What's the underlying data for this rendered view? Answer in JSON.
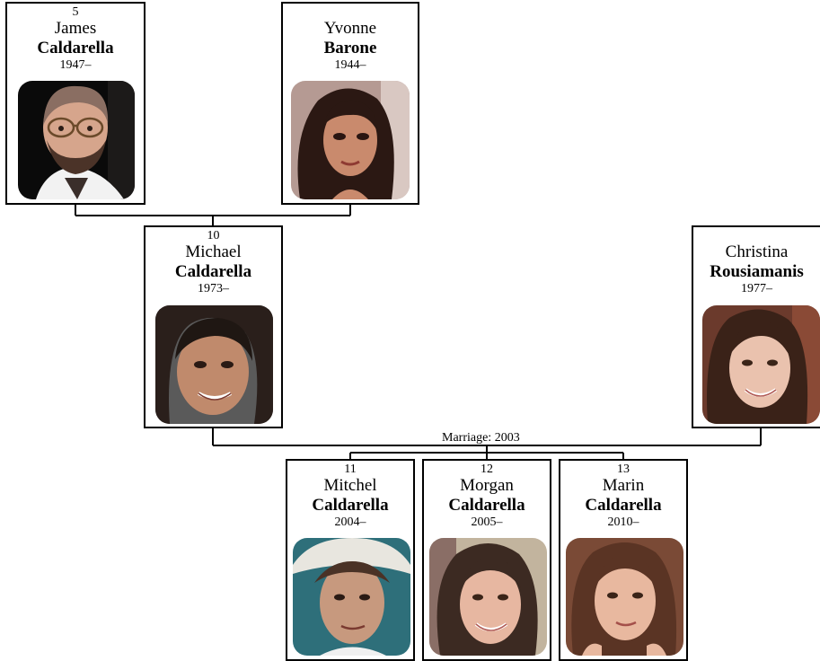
{
  "marriage_label": "Marriage: 2003",
  "people": {
    "james": {
      "num": "5",
      "given": "James",
      "surname": "Caldarella",
      "years": "1947–",
      "photo": "photo-man-glasses-beard"
    },
    "yvonne": {
      "num": "",
      "given": "Yvonne",
      "surname": "Barone",
      "years": "1944–",
      "photo": "photo-woman-dark-hair"
    },
    "michael": {
      "num": "10",
      "given": "Michael",
      "surname": "Caldarella",
      "years": "1973–",
      "photo": "photo-man-smiling"
    },
    "christina": {
      "num": "",
      "given": "Christina",
      "surname": "Rousiamanis",
      "years": "1977–",
      "photo": "photo-young-woman-smiling"
    },
    "mitchel": {
      "num": "11",
      "given": "Mitchel",
      "surname": "Caldarella",
      "years": "2004–",
      "photo": "photo-young-man-cap"
    },
    "morgan": {
      "num": "12",
      "given": "Morgan",
      "surname": "Caldarella",
      "years": "2005–",
      "photo": "photo-girl-smiling"
    },
    "marin": {
      "num": "13",
      "given": "Marin",
      "surname": "Caldarella",
      "years": "2010–",
      "photo": "photo-girl-long-hair"
    }
  }
}
